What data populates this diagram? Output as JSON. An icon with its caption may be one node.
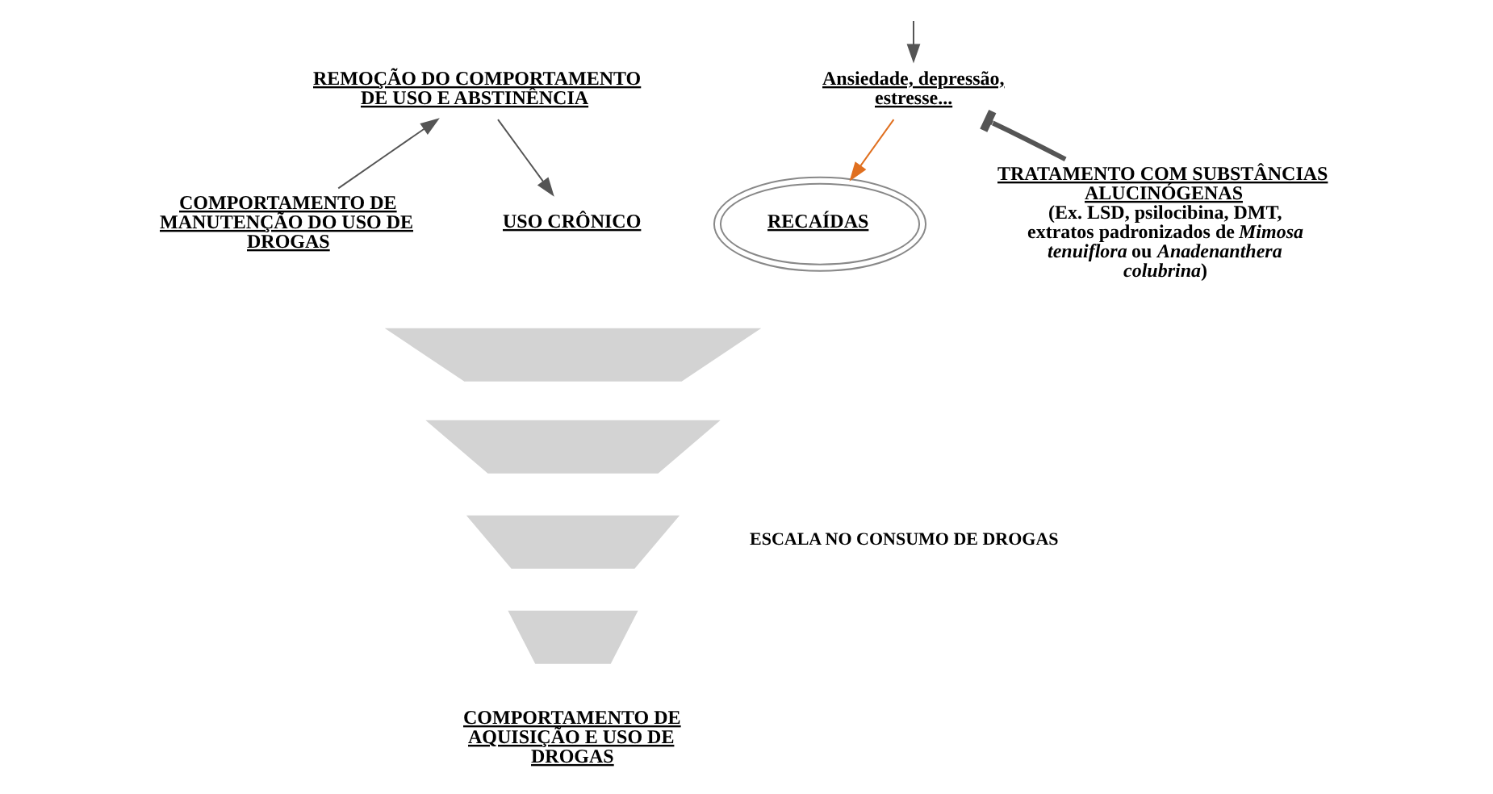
{
  "diagram": {
    "nodes": [
      {
        "text": [
          "REMOÇÃO DO COMPORTAMENTO DE USO E ABSTINÊNCIA"
        ]
      },
      {
        "text": [
          "COMPORTAMENTO DE MANUTENÇÃO DO USO DE DROGAS"
        ]
      },
      {
        "text": [
          "USO CRÔNICO"
        ]
      },
      {
        "text": [],
        "shape": "bar"
      },
      {
        "text": [],
        "shape": "bar"
      },
      {
        "text": [],
        "shape": "bar"
      },
      {
        "text": [],
        "shape": "bar"
      },
      {
        "text": [
          "COMPORTAMENTO DE AQUISIÇÃO E USO DE DROGAS"
        ]
      },
      {
        "text": [
          "RECAÍDAS"
        ]
      },
      {
        "text": [
          "Ansiedade, depressão, estresse..."
        ]
      },
      {
        "text": [
          "TRATAMENTO COM SUBSTÂNCIAS ALUCINÓGENAS",
          "(Ex. LSD, psilocibina, DMT, extratos padronizados de *Mimosa tenuiflora* ou *Anadenanthera colubrina*)"
        ]
      }
    ],
    "edges": [
      {
        "from": 1,
        "to": 0,
        "arrow": "to"
      },
      {
        "from": 0,
        "to": 2,
        "arrow": "to"
      },
      {
        "from": null,
        "to": 9,
        "arrow": "to"
      },
      {
        "from": 9,
        "to": 8,
        "arrow": "to",
        "color": "#e07020"
      },
      {
        "from": 10,
        "to": 9,
        "arrow": "other",
        "style": "thick"
      }
    ],
    "labels": [
      "ESCALA NO CONSUMO DE DROGAS"
    ]
  }
}
